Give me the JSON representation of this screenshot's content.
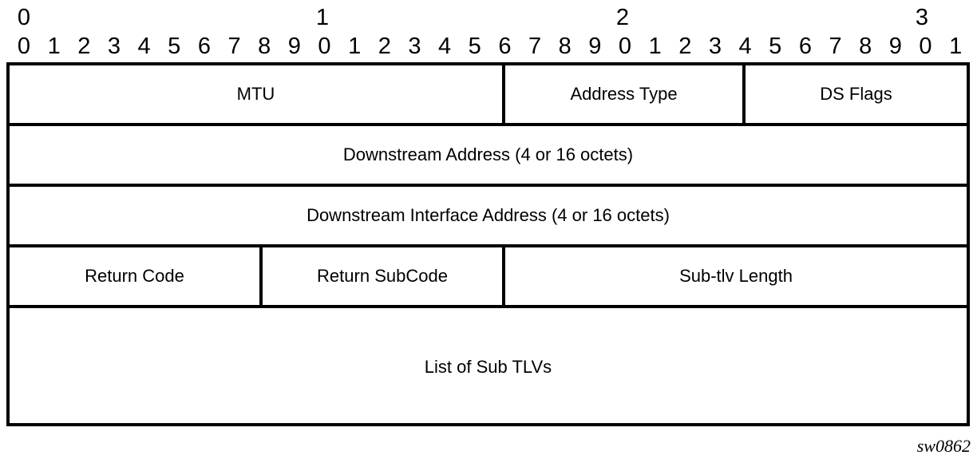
{
  "scale": {
    "tens": [
      "0",
      "1",
      "2",
      "3"
    ],
    "units": [
      "0",
      "1",
      "2",
      "3",
      "4",
      "5",
      "6",
      "7",
      "8",
      "9",
      "0",
      "1",
      "2",
      "3",
      "4",
      "5",
      "6",
      "7",
      "8",
      "9",
      "0",
      "1",
      "2",
      "3",
      "4",
      "5",
      "6",
      "7",
      "8",
      "9",
      "0",
      "1"
    ]
  },
  "rows": [
    {
      "fields": [
        {
          "label": "MTU",
          "bits": 16
        },
        {
          "label": "Address Type",
          "bits": 8
        },
        {
          "label": "DS Flags",
          "bits": 8
        }
      ]
    },
    {
      "fields": [
        {
          "label": "Downstream Address (4 or 16 octets)",
          "bits": 32
        }
      ]
    },
    {
      "fields": [
        {
          "label": "Downstream Interface Address (4 or 16 octets)",
          "bits": 32
        }
      ]
    },
    {
      "fields": [
        {
          "label": "Return Code",
          "bits": 8
        },
        {
          "label": "Return SubCode",
          "bits": 8
        },
        {
          "label": "Sub-tlv Length",
          "bits": 16
        }
      ]
    },
    {
      "fields": [
        {
          "label": "List of Sub TLVs",
          "bits": 32
        }
      ]
    }
  ],
  "caption": "sw0862"
}
